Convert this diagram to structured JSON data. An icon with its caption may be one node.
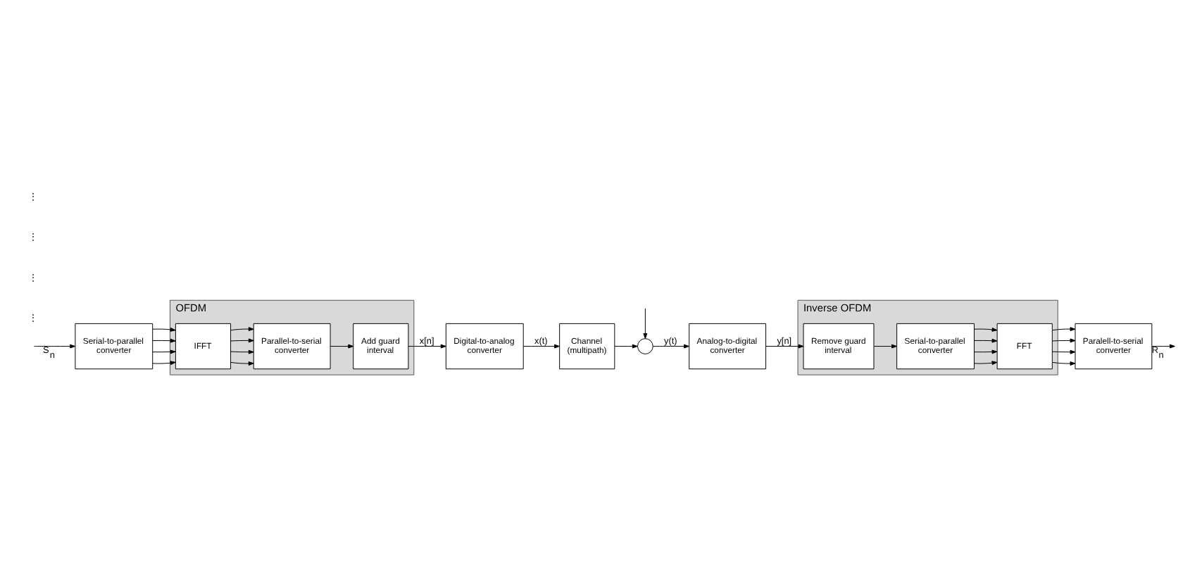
{
  "diagram": {
    "nodes": [
      {
        "text": [
          "OFDM"
        ]
      },
      {
        "text": [
          "Serial-to-parallel converter"
        ]
      },
      {
        "text": [
          "IFFT"
        ],
        "in": 0
      },
      {
        "text": [
          "Parallel-to-serial converter"
        ],
        "in": 0
      },
      {
        "text": [
          "Add guard interval"
        ],
        "in": 0
      },
      {
        "text": [
          "Digital-to-analog converter"
        ]
      },
      {
        "text": [
          "Channel (multipath)"
        ]
      },
      {
        "text": [
          "Inverse OFDM"
        ]
      },
      {
        "text": [
          "Paralell-to-serial converter"
        ]
      },
      {
        "text": [
          "FFT"
        ],
        "in": 7
      },
      {
        "text": [
          "Serial-to-parallel converter"
        ],
        "in": 7
      },
      {
        "text": [
          "Remove guard interval"
        ],
        "in": 7
      },
      {
        "text": [
          "Analog-to-digital converter"
        ]
      },
      {
        "text": [],
        "shape": "circle"
      }
    ],
    "edges": [
      {
        "from": null,
        "to": 1,
        "arrow": "to",
        "label": "S$_{n}$"
      },
      {
        "from": 1,
        "to": 2,
        "arrow": "to"
      },
      {
        "from": 1,
        "to": 2,
        "arrow": "to"
      },
      {
        "from": 1,
        "to": 2,
        "arrow": "to"
      },
      {
        "from": 1,
        "to": 2,
        "arrow": "to"
      },
      {
        "from": 2,
        "to": 3,
        "arrow": "to"
      },
      {
        "from": 2,
        "to": 3,
        "arrow": "to"
      },
      {
        "from": 2,
        "to": 3,
        "arrow": "to"
      },
      {
        "from": 2,
        "to": 3,
        "arrow": "to"
      },
      {
        "from": 3,
        "to": 4,
        "arrow": "to"
      },
      {
        "from": 4,
        "to": 5,
        "arrow": "to",
        "label": "x[n]"
      },
      {
        "from": 5,
        "to": 6,
        "arrow": "to",
        "label": "x(t)"
      },
      {
        "from": 6,
        "to": 13,
        "arrow": "to"
      },
      {
        "from": null,
        "to": 13,
        "arrow": "to"
      },
      {
        "from": 13,
        "to": 12,
        "arrow": "to",
        "label": "y(t)"
      },
      {
        "from": 12,
        "to": 11,
        "arrow": "to",
        "label": "y[n]"
      },
      {
        "from": 11,
        "to": 10,
        "arrow": "to"
      },
      {
        "from": 10,
        "to": 9,
        "arrow": "to"
      },
      {
        "from": 10,
        "to": 9,
        "arrow": "to"
      },
      {
        "from": 10,
        "to": 9,
        "arrow": "to"
      },
      {
        "from": 10,
        "to": 9,
        "arrow": "to"
      },
      {
        "from": 9,
        "to": 8,
        "arrow": "to"
      },
      {
        "from": 9,
        "to": 8,
        "arrow": "to"
      },
      {
        "from": 9,
        "to": 8,
        "arrow": "to"
      },
      {
        "from": 9,
        "to": 8,
        "arrow": "to"
      },
      {
        "from": 8,
        "to": null,
        "arrow": "to",
        "label": "R$_{n}$"
      }
    ],
    "labels": [
      "⋮",
      "⋮",
      "⋮",
      "⋮"
    ]
  }
}
